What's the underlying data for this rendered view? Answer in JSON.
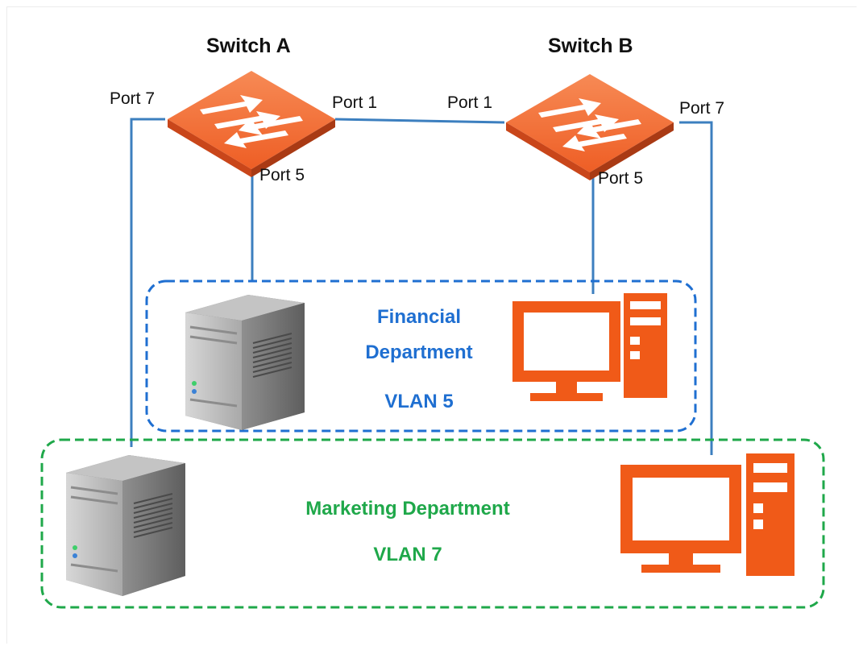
{
  "switches": [
    {
      "id": "a",
      "title": "Switch A",
      "ports": {
        "p7": "Port 7",
        "p1": "Port 1",
        "p5": "Port 5"
      }
    },
    {
      "id": "b",
      "title": "Switch B",
      "ports": {
        "p1": "Port 1",
        "p7": "Port 7",
        "p5": "Port 5"
      }
    }
  ],
  "groups": [
    {
      "id": "financial",
      "name_line1": "Financial",
      "name_line2": "Department",
      "vlan": "VLAN 5",
      "color": "#1f6fd1"
    },
    {
      "id": "marketing",
      "name": "Marketing Department",
      "vlan": "VLAN 7",
      "color": "#1fa84a"
    }
  ],
  "colors": {
    "switch": "#f26a2e",
    "link": "#3c7fbf",
    "pc": "#f05a18",
    "server": "#8a8a8a"
  },
  "icons": [
    "switch-icon",
    "server-icon",
    "computer-icon"
  ]
}
